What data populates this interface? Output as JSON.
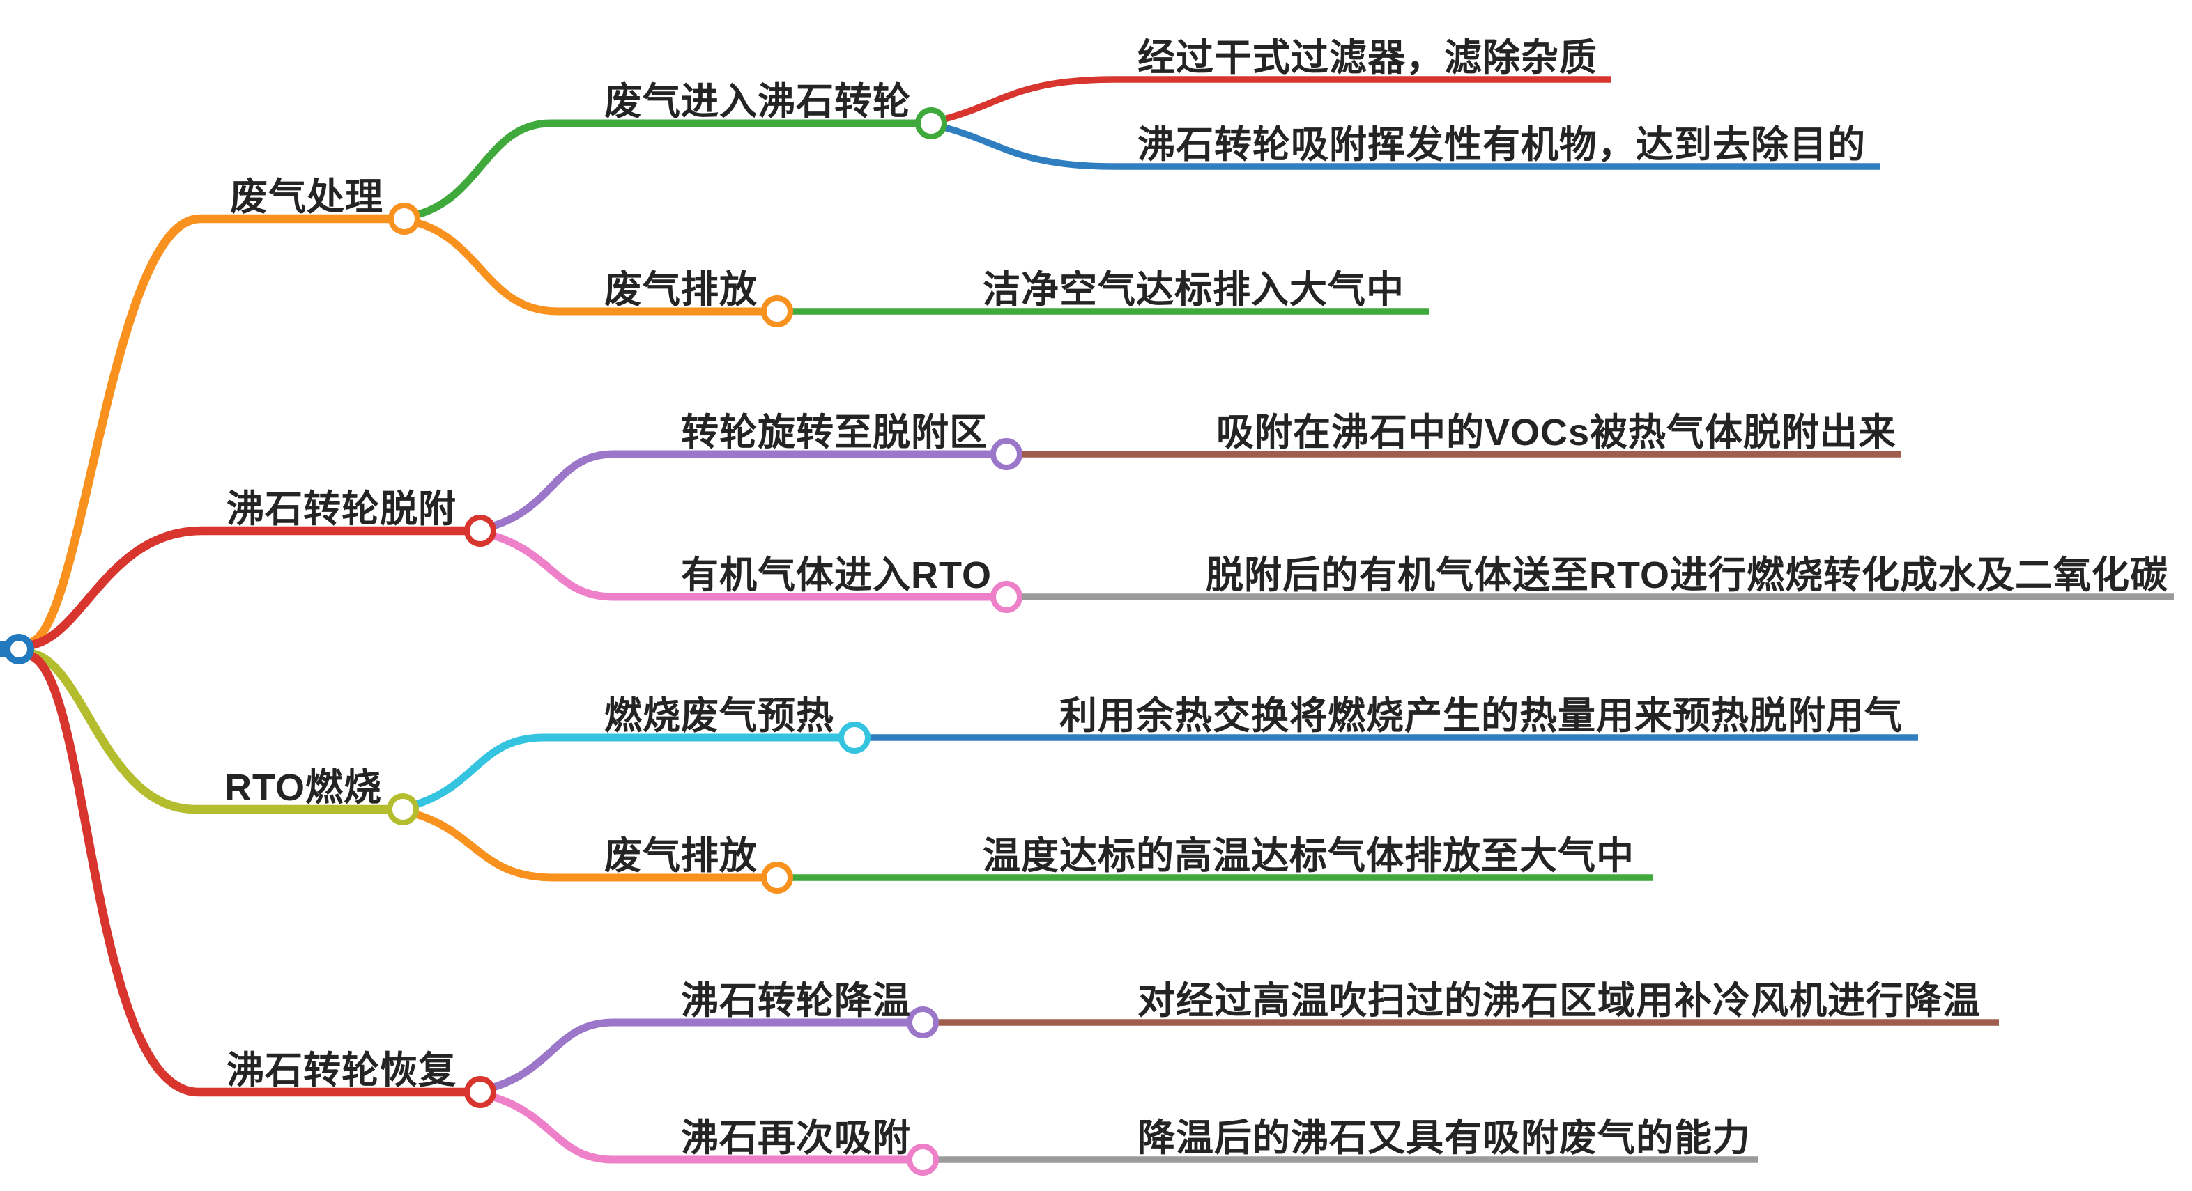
{
  "diagram": {
    "type": "mindmap",
    "subject": "沸石转轮+RTO废气处理流程"
  },
  "palette": {
    "root_blue": "#2279bd",
    "orange": "#F8911D",
    "red": "#D7352E",
    "green": "#3FA93C",
    "blue": "#2E7EC0",
    "purple": "#9C76C9",
    "pink": "#EE7FC9",
    "cyan": "#35C4DF",
    "olive": "#B4BD2E",
    "brown": "#A05D4E",
    "gray": "#9B9B9B",
    "text": "#242424",
    "background": "#ffffff"
  },
  "branches": [
    {
      "label": "废气处理",
      "color": "#F8911D",
      "children": [
        {
          "label": "废气进入沸石转轮",
          "color": "#3FA93C",
          "children": [
            {
              "label": "经过干式过滤器，滤除杂质",
              "color": "#D7352E"
            },
            {
              "label": "沸石转轮吸附挥发性有机物，达到去除目的",
              "color": "#2E7EC0"
            }
          ]
        },
        {
          "label": "废气排放",
          "color": "#F8911D",
          "children": [
            {
              "label": "洁净空气达标排入大气中",
              "color": "#3FA93C"
            }
          ]
        }
      ]
    },
    {
      "label": "沸石转轮脱附",
      "color": "#D7352E",
      "children": [
        {
          "label": "转轮旋转至脱附区",
          "color": "#9C76C9",
          "children": [
            {
              "label": "吸附在沸石中的VOCs被热气体脱附出来",
              "color": "#A05D4E"
            }
          ]
        },
        {
          "label": "有机气体进入RTO",
          "color": "#EE7FC9",
          "children": [
            {
              "label": "脱附后的有机气体送至RTO进行燃烧转化成水及二氧化碳",
              "color": "#9B9B9B"
            }
          ]
        }
      ]
    },
    {
      "label": "RTO燃烧",
      "color": "#B4BD2E",
      "children": [
        {
          "label": "燃烧废气预热",
          "color": "#35C4DF",
          "children": [
            {
              "label": "利用余热交换将燃烧产生的热量用来预热脱附用气",
              "color": "#2E7EC0"
            }
          ]
        },
        {
          "label": "废气排放",
          "color": "#F8911D",
          "children": [
            {
              "label": "温度达标的高温达标气体排放至大气中",
              "color": "#3FA93C"
            }
          ]
        }
      ]
    },
    {
      "label": "沸石转轮恢复",
      "color": "#D7352E",
      "children": [
        {
          "label": "沸石转轮降温",
          "color": "#9C76C9",
          "children": [
            {
              "label": "对经过高温吹扫过的沸石区域用补冷风机进行降温",
              "color": "#A05D4E"
            }
          ]
        },
        {
          "label": "沸石再次吸附",
          "color": "#EE7FC9",
          "children": [
            {
              "label": "降温后的沸石又具有吸附废气的能力",
              "color": "#9B9B9B"
            }
          ]
        }
      ]
    }
  ]
}
